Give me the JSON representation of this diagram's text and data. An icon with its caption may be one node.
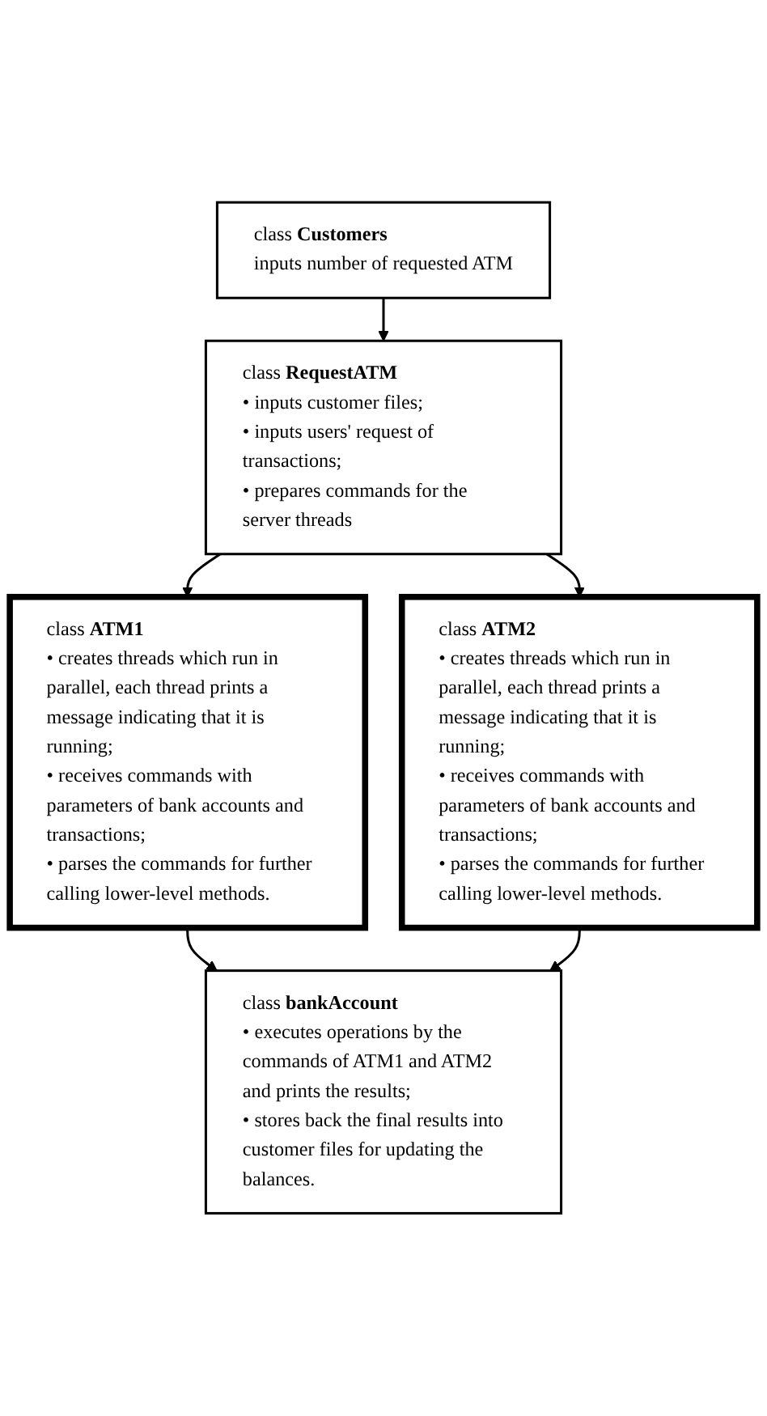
{
  "diagram": {
    "nodes": [
      {
        "text": [
          "class **Customers**",
          "inputs number of requested ATM"
        ]
      },
      {
        "text": [
          "class **RequestATM**",
          "• inputs customer files;",
          "• inputs users' request of transactions;",
          "• prepares commands for the server threads"
        ]
      },
      {
        "text": [
          "class **ATM1**",
          "• creates threads which run in parallel, each thread prints a message indicating that it is running;",
          "• receives commands with parameters of bank accounts and transactions;",
          "• parses the commands for further calling lower-level methods."
        ]
      },
      {
        "text": [
          "class **ATM2**",
          "• creates threads which run in parallel, each thread prints a message indicating that it is running;",
          "• receives commands with parameters of bank accounts and transactions;",
          "• parses the commands for further calling lower-level methods."
        ]
      },
      {
        "text": [
          "class **bankAccount**",
          "• executes operations by the commands of ATM1 and ATM2 and prints the results;",
          "• stores back the final results into customer files for updating the balances."
        ]
      }
    ],
    "edges": [
      {
        "from": 0,
        "to": 1,
        "arrow": "to"
      },
      {
        "from": 1,
        "to": 2,
        "arrow": "to"
      },
      {
        "from": 1,
        "to": 3,
        "arrow": "to"
      },
      {
        "from": 2,
        "to": 4,
        "arrow": "to"
      },
      {
        "from": 3,
        "to": 4,
        "arrow": "to"
      }
    ]
  }
}
